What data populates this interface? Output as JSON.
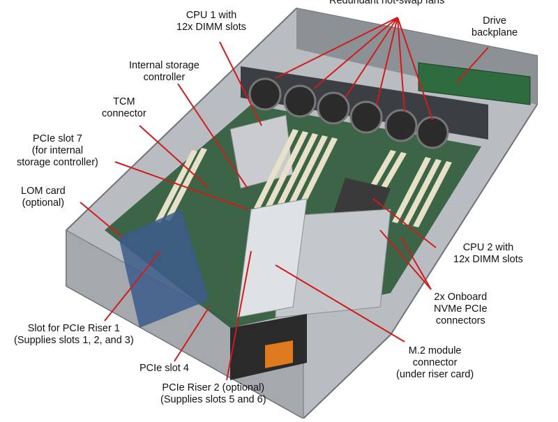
{
  "labels": {
    "fans": "Redundant hot-swap fans",
    "cpu1": [
      "CPU 1 with",
      "12x DIMM slots"
    ],
    "drive_backplane": [
      "Drive",
      "backplane"
    ],
    "storage_ctrl": [
      "Internal storage",
      "controller"
    ],
    "tcm": [
      "TCM",
      "connector"
    ],
    "pcie7": [
      "PCIe slot 7",
      "(for internal",
      "storage controller)"
    ],
    "lom": [
      "LOM card",
      "(optional)"
    ],
    "cpu2": [
      "CPU 2 with",
      "12x DIMM slots"
    ],
    "nvme": [
      "2x Onboard",
      "NVMe PCIe",
      "connectors"
    ],
    "riser1": [
      "Slot for PCIe Riser 1",
      "(Supplies slots 1, 2, and 3)"
    ],
    "pcie4": "PCIe slot 4",
    "m2": [
      "M.2 module",
      "connector",
      "(under riser card)"
    ],
    "riser2": [
      "PCIe Riser 2 (optional)",
      "(Supplies slots 5 and 6)"
    ]
  },
  "colors": {
    "leader_line": "#d11b1b",
    "chassis": "#9a9ea3",
    "board": "#2f5a3a",
    "dimm": "#e6e1c8",
    "fan": "#2b2b2b",
    "heatsink": "#c9cbce"
  }
}
